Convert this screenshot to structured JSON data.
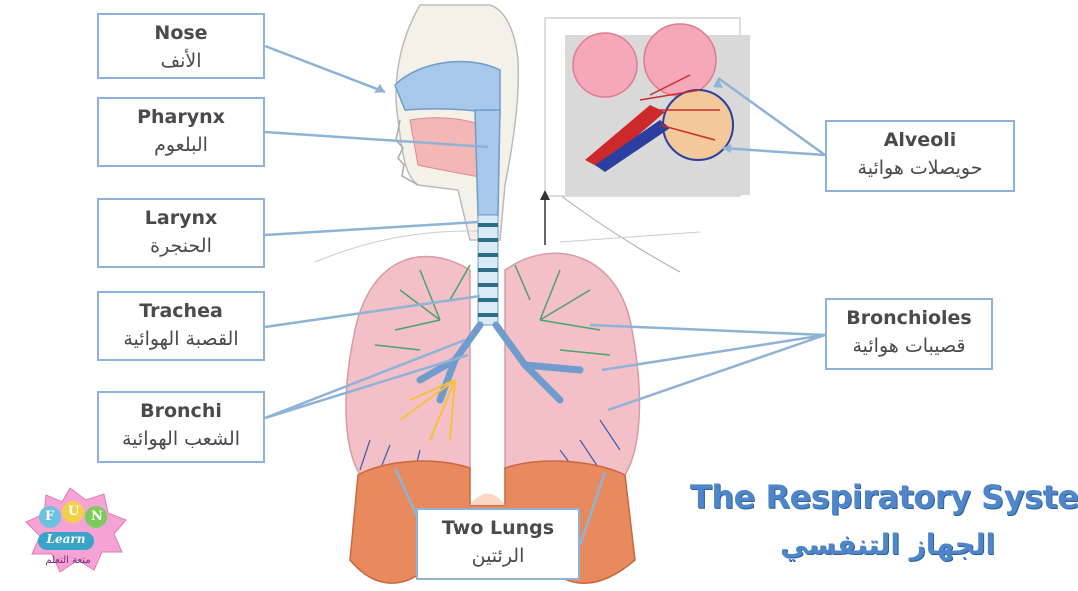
{
  "labels": {
    "nose": {
      "en": "Nose",
      "ar": "الأنف"
    },
    "pharynx": {
      "en": "Pharynx",
      "ar": "البلعوم"
    },
    "larynx": {
      "en": "Larynx",
      "ar": "الحنجرة"
    },
    "trachea": {
      "en": "Trachea",
      "ar": "القصبة الهوائية"
    },
    "bronchi": {
      "en": "Bronchi",
      "ar": "الشعب الهوائية"
    },
    "alveoli": {
      "en": "Alveoli",
      "ar": "حويصلات هوائية"
    },
    "bronchioles": {
      "en": "Bronchioles",
      "ar": "قصيبات هوائية"
    },
    "lungs": {
      "en": "Two Lungs",
      "ar": "الرئتين"
    }
  },
  "title": {
    "en": "The Respiratory System",
    "ar": "الجهاز التنفسي"
  },
  "logo": {
    "letters": [
      "F",
      "U",
      "N"
    ],
    "learn": "Learn",
    "ar": "متعة التعلم"
  },
  "colors": {
    "label_border": "#8fb3d6",
    "leader": "#8fb3d6",
    "title": "#4f86c9",
    "lung": "#f3c0c8",
    "diaphragm": "#e9895e"
  }
}
